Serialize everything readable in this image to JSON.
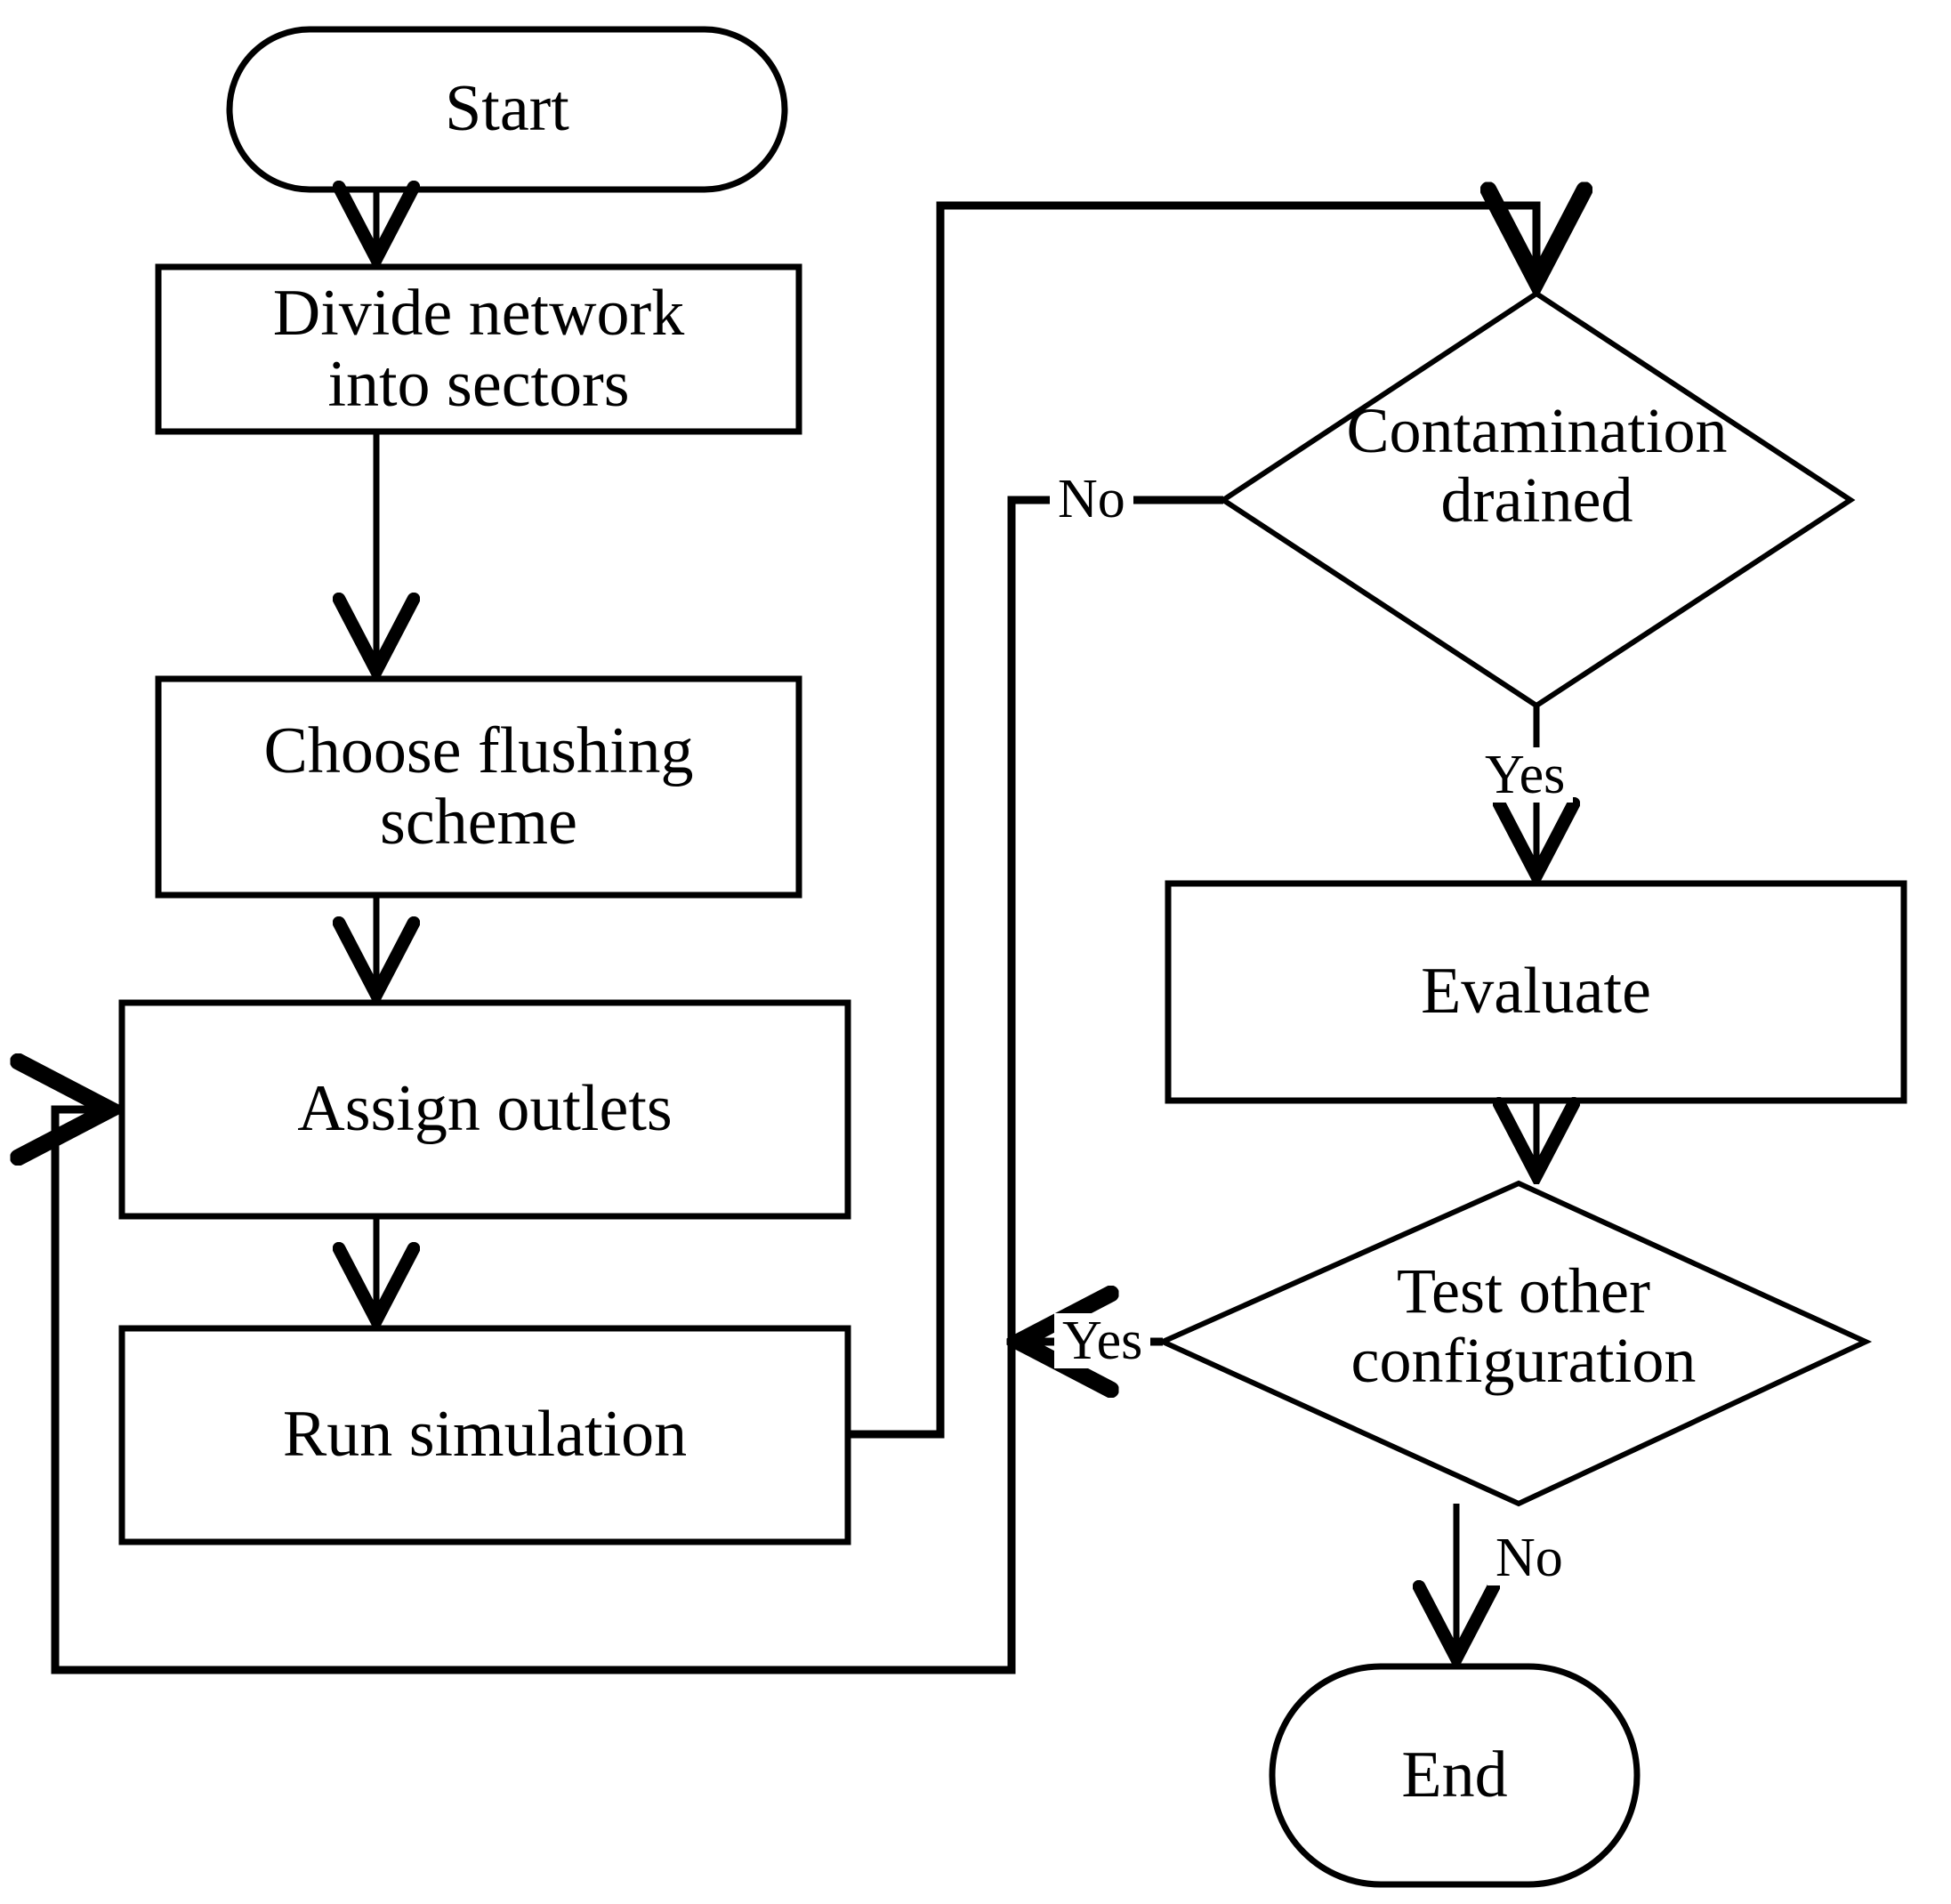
{
  "diagram": {
    "type": "flowchart",
    "title": "",
    "style": {
      "stroke": "#000000",
      "fill": "#ffffff",
      "text": "#000000",
      "background": "#ffffff"
    },
    "nodes": [
      {
        "id": "start",
        "shape": "terminator",
        "label": "Start"
      },
      {
        "id": "divide",
        "shape": "process",
        "label": "Divide network\ninto sectors"
      },
      {
        "id": "scheme",
        "shape": "process",
        "label": "Choose flushing\nscheme"
      },
      {
        "id": "outlets",
        "shape": "process",
        "label": "Assign outlets"
      },
      {
        "id": "simulate",
        "shape": "process",
        "label": "Run simulation"
      },
      {
        "id": "drained",
        "shape": "decision",
        "label": "Contamination\ndrained"
      },
      {
        "id": "evaluate",
        "shape": "process",
        "label": "Evaluate"
      },
      {
        "id": "testcfg",
        "shape": "decision",
        "label": "Test other\nconfiguration"
      },
      {
        "id": "end",
        "shape": "terminator",
        "label": "End"
      }
    ],
    "edges": [
      {
        "from": "start",
        "to": "divide",
        "label": ""
      },
      {
        "from": "divide",
        "to": "scheme",
        "label": ""
      },
      {
        "from": "scheme",
        "to": "outlets",
        "label": ""
      },
      {
        "from": "outlets",
        "to": "simulate",
        "label": ""
      },
      {
        "from": "simulate",
        "to": "drained",
        "label": ""
      },
      {
        "from": "drained",
        "to": "outlets",
        "label": "No"
      },
      {
        "from": "drained",
        "to": "evaluate",
        "label": "Yes"
      },
      {
        "from": "evaluate",
        "to": "testcfg",
        "label": ""
      },
      {
        "from": "testcfg",
        "to": "outlets",
        "label": "Yes"
      },
      {
        "from": "testcfg",
        "to": "end",
        "label": "No"
      }
    ],
    "edge_labels": {
      "drained_no": "No",
      "drained_yes": "Yes",
      "testcfg_yes": "Yes",
      "testcfg_no": "No"
    }
  }
}
